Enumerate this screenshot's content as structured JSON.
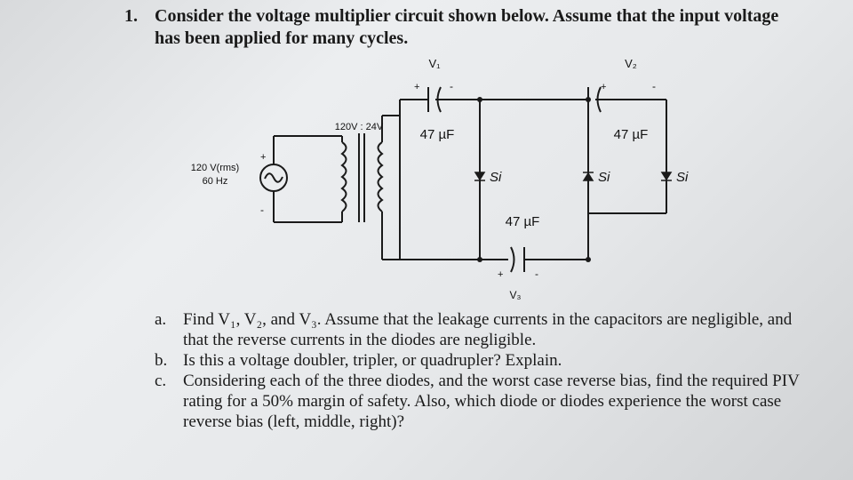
{
  "question": {
    "number": "1.",
    "text": "Consider the voltage multiplier circuit shown below. Assume that the input voltage has been applied for many cycles."
  },
  "circuit": {
    "source": {
      "line1": "120 V(rms)",
      "line2": "60 Hz",
      "plus": "+",
      "minus": "-"
    },
    "transformer_ratio": "120V : 24V",
    "capacitors": [
      {
        "label": "V₁",
        "value": "47 µF",
        "plus": "+",
        "minus": "-"
      },
      {
        "label": "V₂",
        "value": "47 µF",
        "plus": "+",
        "minus": "-"
      },
      {
        "label": "V₃",
        "value": "47 µF",
        "plus": "+",
        "minus": "-"
      }
    ],
    "diodes": [
      {
        "label": "Si"
      },
      {
        "label": "Si"
      },
      {
        "label": "Si"
      }
    ]
  },
  "parts": [
    {
      "letter": "a.",
      "text": "Find V₁, V₂, and V₃. Assume that the leakage currents in the capacitors are negligible, and that the reverse currents in the diodes are negligible."
    },
    {
      "letter": "b.",
      "text": "Is this a voltage doubler, tripler, or quadrupler? Explain."
    },
    {
      "letter": "c.",
      "text": "Considering each of the three diodes, and the worst case reverse bias, find the required PIV rating for a 50% margin of safety. Also, which diode or diodes experience the worst case reverse bias (left, middle, right)?"
    }
  ]
}
